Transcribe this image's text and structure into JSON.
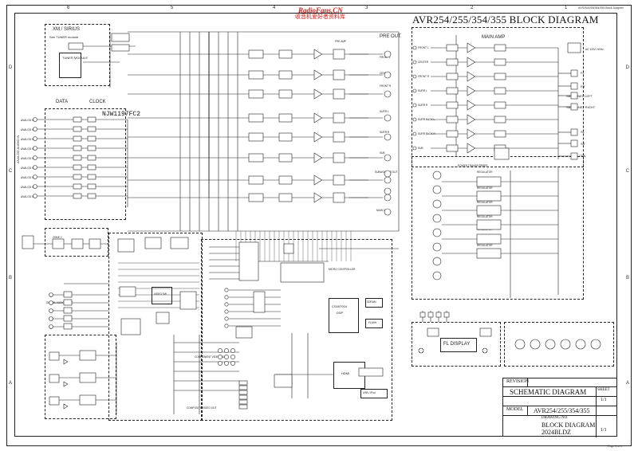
{
  "watermark": {
    "site": "RadioFans.CN",
    "subtitle": "收音机爱好者资料库"
  },
  "corner_note": "AVR254/255/354/355 Block Diagram",
  "title": "AVR254/255/354/355 BLOCK DIAGRAM",
  "zones": {
    "columns": [
      "6",
      "5",
      "4",
      "3",
      "2",
      "1"
    ],
    "rows": [
      "D",
      "C",
      "B",
      "A"
    ]
  },
  "left_section": {
    "xm": "XM / SIRIUS",
    "tuner_module_label": "See TUNER module",
    "tuner_module": "TUNER MODULE",
    "data": "DATA",
    "clock": "CLOCK",
    "chip": "NJW1197FC2",
    "analog_audio_in": "ANALOG AUDIO IN",
    "inputs": [
      "ANALOG IN 1",
      "ANALOG IN 2",
      "ANALOG IN 3",
      "ANALOG IN 4",
      "ANALOG IN 5",
      "ANALOG IN 6",
      "ANALOG IN 7",
      "ANALOG IN 8",
      "ANALOG IN 9"
    ],
    "pre_out": "PRE OUT",
    "pre_amp": "PRE AMP",
    "pre_outputs": [
      "FRONT L",
      "CENTER",
      "FRONT R",
      "SURR L",
      "SURR R",
      "SUB"
    ],
    "subwoofer_out": "SUBWOOFER OUT",
    "main_out": "MAIN OUT"
  },
  "right_section": {
    "main_amp": "MAIN AMP",
    "inputs": [
      "FRONT L",
      "CENTER",
      "FRONT R",
      "SURR L",
      "SURR R",
      "SURR BACK L",
      "SURR BACK R",
      "SUB"
    ],
    "speakers": [
      "FL",
      "FR",
      "SBL/ZONE2 LEFT",
      "SBR/ZONE2 RIGHT",
      "SL",
      "SR",
      "CEN"
    ],
    "power_transformer": "POWER TRANSFORMER",
    "ac_in": "AC 120V / 60Hz",
    "regulators": [
      "REGULATOR",
      "REGULATOR",
      "REGULATOR",
      "REGULATOR",
      "REGULATOR",
      "REGULATOR"
    ]
  },
  "digital_section": {
    "dsp": "CS497004",
    "dsp_sub": "DSP",
    "mcu": "MICRO CONTROLLER",
    "hdmi": "HDMI",
    "sdram": "SDRAM",
    "flash": "FLASH",
    "video_switch": "VIDEO SW",
    "component_video_out": "COMPONENT VIDEO OUT",
    "composite_video_out": "COMPOSITE VIDEO OUT",
    "usb_ipod": "USB / iPod",
    "zone2": "ZONE 2",
    "bd_tag": "DIGITAL AUDIO INPUT"
  },
  "front_section": {
    "fl_display": "FL DISPLAY"
  },
  "title_block": {
    "revision": "REVISION",
    "schematic_diagram": "SCHEMATIC DIAGRAM",
    "sheet": "SHEET",
    "model": "MODEL",
    "model_value": "AVR254/255/354/355",
    "sheet_value": "1/1",
    "drawing_no": "DRAWING NO.",
    "block_diagram": "BLOCK DIAGRAM",
    "doc_no": "2024BLDZ",
    "rev": "1/1"
  },
  "page_ref": "Page 1 of 1"
}
